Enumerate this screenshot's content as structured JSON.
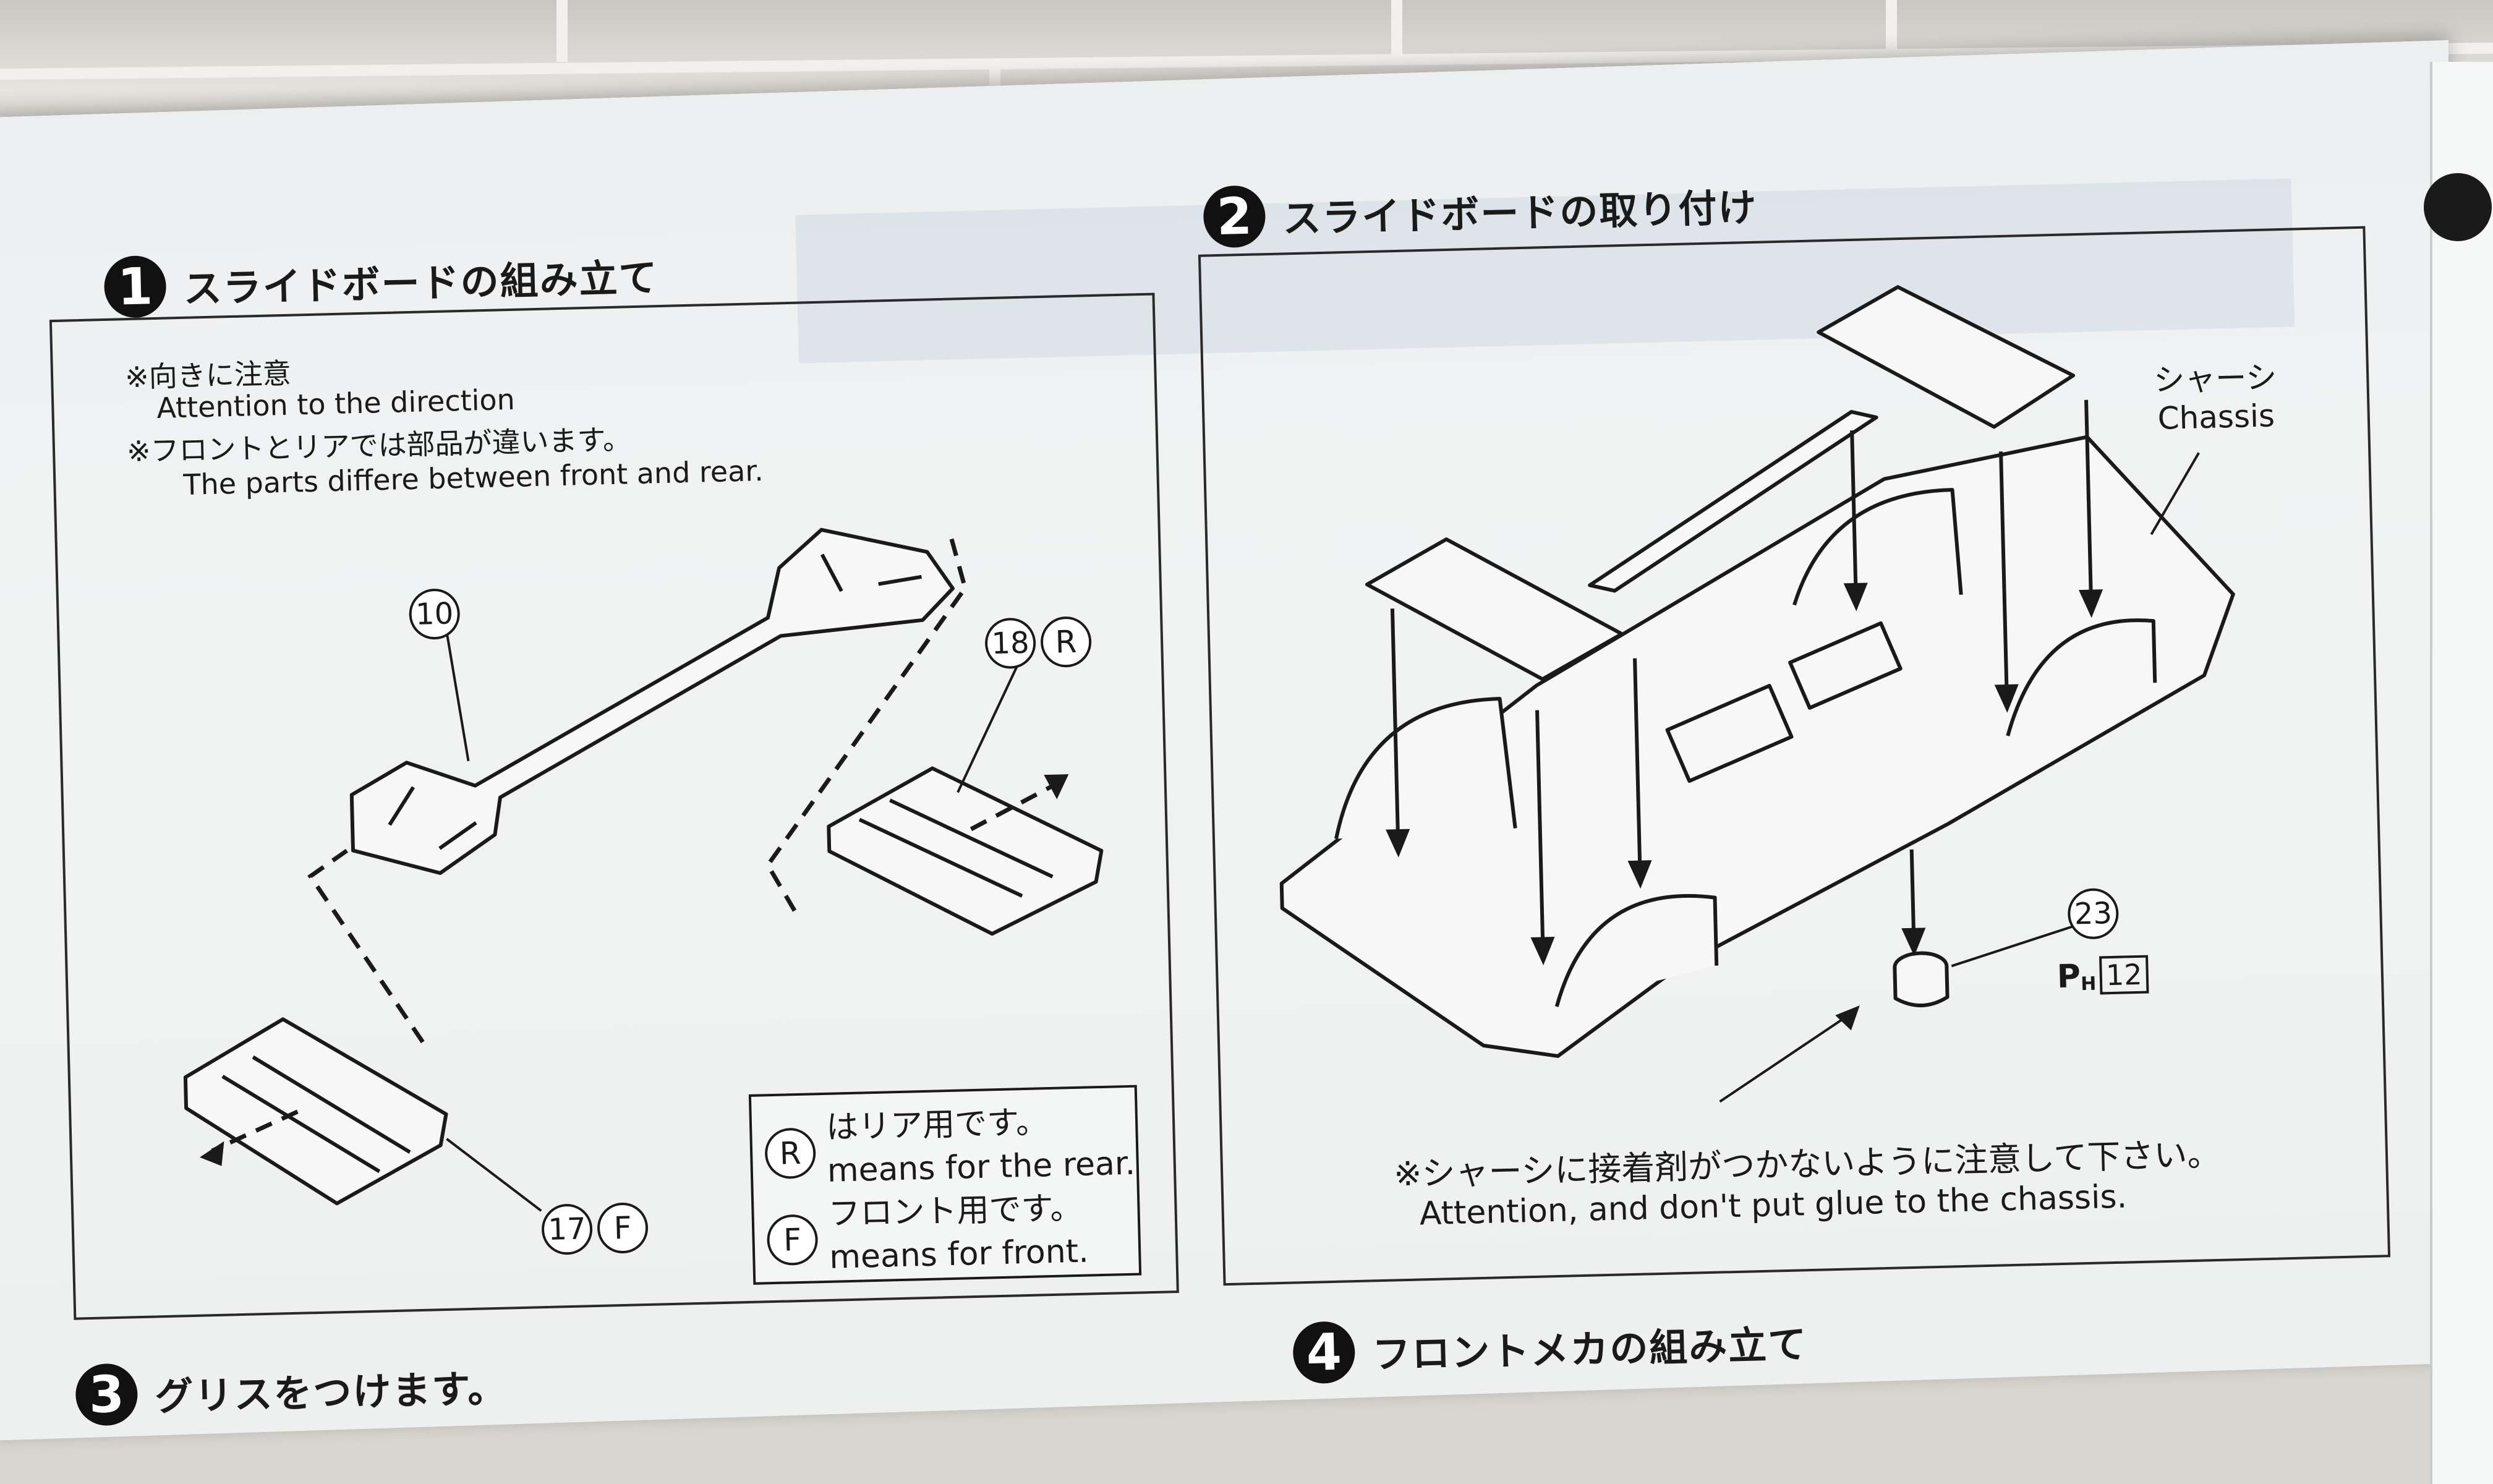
{
  "step1": {
    "number": "1",
    "title": "スライドボードの組み立て",
    "note_jp_1": "※向きに注意",
    "note_en_1": "Attention to the direction",
    "note_jp_2": "※フロントとリアでは部品が違います。",
    "note_en_2": "The parts differe between front and rear.",
    "part_10": "10",
    "part_18": "18",
    "part_18_letter": "R",
    "part_17": "17",
    "part_17_letter": "F",
    "legend": {
      "r_letter": "R",
      "r_jp": "はリア用です。",
      "r_en": "means for the rear.",
      "f_letter": "F",
      "f_jp": "フロント用です。",
      "f_en": "means for front."
    }
  },
  "step2": {
    "number": "2",
    "title": "スライドボードの取り付け",
    "chassis_jp": "シャーシ",
    "chassis_en": "Chassis",
    "part_23": "23",
    "ph_label": "P",
    "ph_sub": "H",
    "ph_num": "12",
    "warning_jp": "※シャーシに接着剤がつかないように注意して下さい。",
    "warning_en": "Attention, and don't put glue to the chassis."
  },
  "step3": {
    "number": "3",
    "title": "グリスをつけます。"
  },
  "step4": {
    "number": "4",
    "title": "フロントメカの組み立て"
  },
  "colors": {
    "ink": "#1a1a1a",
    "paper": "#eef0f0"
  }
}
